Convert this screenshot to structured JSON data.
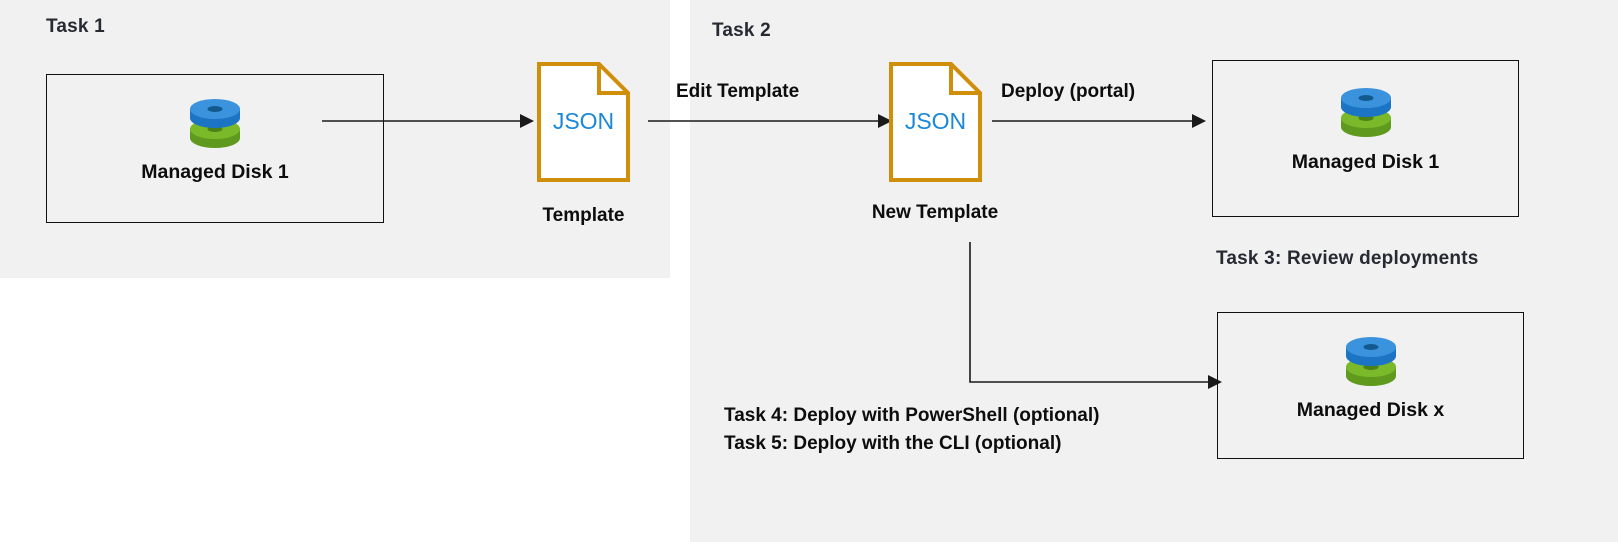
{
  "diagram": {
    "title_semantic": "azure-managed-disk-template-deployment-flow",
    "colors": {
      "panel_background": "#f1f1f1",
      "page_background": "#ffffff",
      "task_label_text": "#262a33",
      "body_label_text": "#0d0d0d",
      "box_border": "#111111",
      "connector": "#1a1a1a",
      "json_doc_border": "#d08f0a",
      "json_text": "#1a88d8",
      "disk_top_blue": "#3c93dd",
      "disk_top_blue_dark": "#1b74c4",
      "disk_bottom_green": "#7ab929",
      "disk_bottom_green_dark": "#5f9a1e",
      "disk_hole": "#12598f"
    }
  },
  "panels": {
    "left": {
      "name": "Task 1 region"
    },
    "right": {
      "name": "Task 2 region"
    }
  },
  "labels": {
    "task1": "Task 1",
    "task2": "Task 2",
    "task3": "Task 3: Review deployments",
    "task4": "Task 4: Deploy with PowerShell (optional)",
    "task5": "Task 5: Deploy with the CLI (optional)",
    "edit_template": "Edit Template",
    "deploy_portal": "Deploy (portal)",
    "template_caption": "Template",
    "new_template_caption": "New Template"
  },
  "nodes": {
    "source_disk": {
      "caption": "Managed Disk 1",
      "icon": "managed-disk-icon"
    },
    "template_doc": {
      "text": "JSON",
      "caption": "Template",
      "icon": "json-document-icon"
    },
    "new_template_doc": {
      "text": "JSON",
      "caption": "New Template",
      "icon": "json-document-icon"
    },
    "deployed_disk_1": {
      "caption": "Managed Disk 1",
      "icon": "managed-disk-icon"
    },
    "deployed_disk_x": {
      "caption": "Managed Disk x",
      "icon": "managed-disk-icon"
    }
  },
  "connectors": [
    {
      "name": "disk1-to-template",
      "label": ""
    },
    {
      "name": "template-to-new-template",
      "label": "Edit Template"
    },
    {
      "name": "new-template-to-disk1",
      "label": "Deploy (portal)"
    },
    {
      "name": "new-template-to-diskx",
      "label": ""
    }
  ]
}
